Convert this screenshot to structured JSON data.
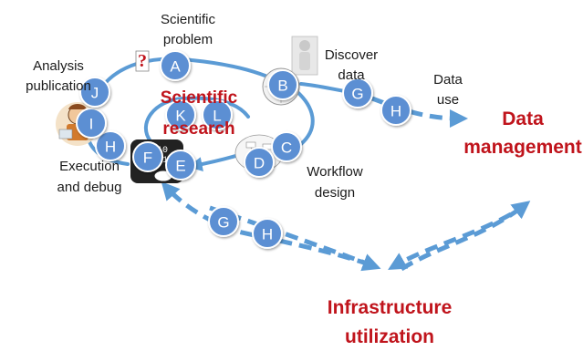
{
  "labels": {
    "scientific_problem": [
      "Scientific",
      "problem"
    ],
    "analysis_publication": [
      "Analysis",
      "publication"
    ],
    "discover_data": [
      "Discover",
      "data"
    ],
    "data_use": [
      "Data",
      "use"
    ],
    "execution_debug": [
      "Execution",
      "and debug"
    ],
    "workflow_design": [
      "Workflow",
      "design"
    ]
  },
  "titles": {
    "scientific_research": [
      "Scientific",
      "research"
    ],
    "data_management": [
      "Data",
      "management"
    ],
    "infrastructure_utilization": [
      "Infrastructure",
      "utilization"
    ]
  },
  "nodes": [
    {
      "id": "A",
      "letter": "A"
    },
    {
      "id": "B",
      "letter": "B"
    },
    {
      "id": "C",
      "letter": "C"
    },
    {
      "id": "D",
      "letter": "D"
    },
    {
      "id": "E",
      "letter": "E"
    },
    {
      "id": "F",
      "letter": "F"
    },
    {
      "id": "H1",
      "letter": "H"
    },
    {
      "id": "I",
      "letter": "I"
    },
    {
      "id": "J",
      "letter": "J"
    },
    {
      "id": "K",
      "letter": "K"
    },
    {
      "id": "L",
      "letter": "L"
    },
    {
      "id": "G1",
      "letter": "G"
    },
    {
      "id": "H2",
      "letter": "H"
    },
    {
      "id": "G2",
      "letter": "G"
    },
    {
      "id": "H3",
      "letter": "H"
    }
  ],
  "colors": {
    "node_fill": "#5b8fd3",
    "node_stroke": "#ffffff",
    "arrow": "#5b9bd5",
    "title_red": "#c0141c"
  }
}
